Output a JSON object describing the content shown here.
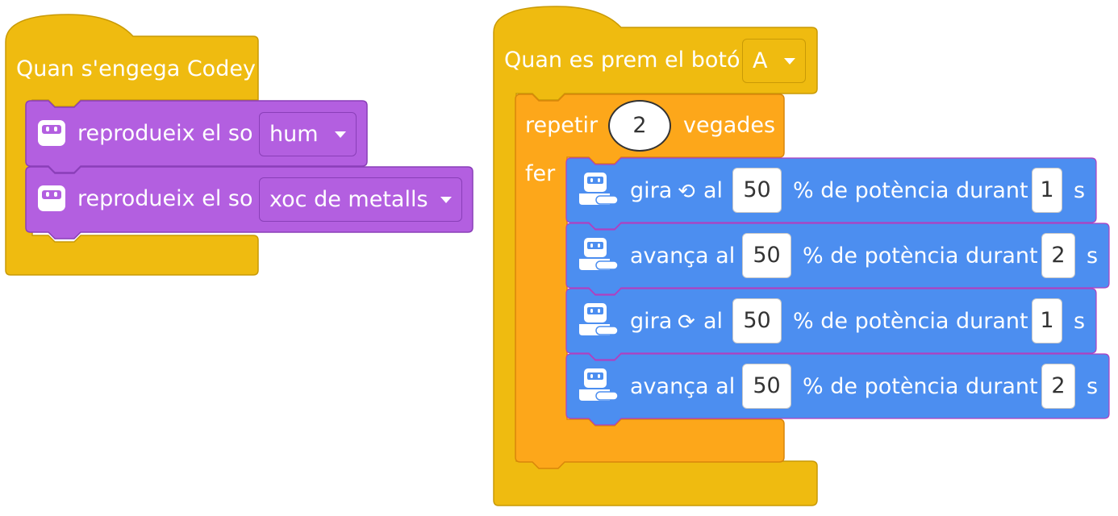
{
  "colors": {
    "events": "#efbb10",
    "events_border": "#c99a06",
    "control": "#fda71a",
    "control_border": "#d9860a",
    "sound": "#b35fe0",
    "sound_border": "#8a3fb8",
    "motion": "#4c8ef0",
    "motion_border": "#b040c0"
  },
  "script_left": {
    "hat_label": "Quan s'engega Codey",
    "blocks": [
      {
        "icon": "codey-face-icon",
        "label": "reprodueix el so",
        "sound": "hum"
      },
      {
        "icon": "codey-face-icon",
        "label": "reprodueix el so",
        "sound": "xoc de metalls"
      }
    ]
  },
  "script_right": {
    "hat_label": "Quan es prem el botó",
    "button": "A",
    "repeat": {
      "label_before": "repetir",
      "times": "2",
      "label_after": "vegades",
      "do_label": "fer"
    },
    "blocks": [
      {
        "icon": "codey-rocky-icon",
        "verb": "gira",
        "direction_icon": "rotate-left-icon",
        "direction": "⟲",
        "at": "al",
        "power": "50",
        "mid": "% de potència durant",
        "duration": "1",
        "unit": "s"
      },
      {
        "icon": "codey-rocky-icon",
        "verb": "avança al",
        "power": "50",
        "mid": "% de potència durant",
        "duration": "2",
        "unit": "s"
      },
      {
        "icon": "codey-rocky-icon",
        "verb": "gira",
        "direction_icon": "rotate-right-icon",
        "direction": "⟳",
        "at": "al",
        "power": "50",
        "mid": "% de potència durant",
        "duration": "1",
        "unit": "s"
      },
      {
        "icon": "codey-rocky-icon",
        "verb": "avança al",
        "power": "50",
        "mid": "% de potència durant",
        "duration": "2",
        "unit": "s"
      }
    ]
  }
}
